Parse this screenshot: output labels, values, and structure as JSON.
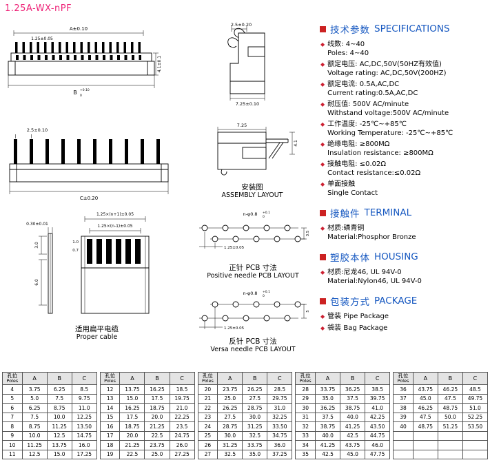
{
  "colors": {
    "title": "#ee2277",
    "heading": "#1557c0",
    "bullet": "#cc2222",
    "diamond": "#cc2233"
  },
  "title": "1.25A-WX-nPF",
  "icons": {
    "square": "■",
    "diamond": "◆"
  },
  "specs": {
    "sections": [
      {
        "heading_zh": "技术参数",
        "heading_en": "SPECIFICATIONS",
        "items": [
          {
            "zh": "线数: 4~40",
            "en": "Poles: 4~40"
          },
          {
            "zh": "额定电压: AC,DC,50V(50HZ有效值)",
            "en": "Voltage rating: AC,DC,50V(200HZ)"
          },
          {
            "zh": "额定电流: 0.5A,AC,DC",
            "en": "Current rating:0.5A,AC,DC"
          },
          {
            "zh": "耐压值: 500V AC/minute",
            "en": "Withstand voltage:500V AC/minute"
          },
          {
            "zh": "工作温度: -25℃~+85℃",
            "en": "Working Temperature: -25℃~+85℃"
          },
          {
            "zh": "绝缘电阻: ≥800MΩ",
            "en": "Insulation resistance: ≥800MΩ"
          },
          {
            "zh": "接触电阻: ≤0.02Ω",
            "en": "Contact resistance:≤0.02Ω"
          },
          {
            "zh": "单面接触",
            "en": "Single Contact"
          }
        ]
      },
      {
        "heading_zh": "接触件",
        "heading_en": "TERMINAL",
        "items": [
          {
            "zh": "材质:磷青铜",
            "en": "Material:Phosphor Bronze"
          }
        ]
      },
      {
        "heading_zh": "塑胶本体",
        "heading_en": "HOUSING",
        "items": [
          {
            "zh": "材质:尼龙46,  UL 94V-0",
            "en": "Material:Nylon46,  UL 94V-0"
          }
        ]
      },
      {
        "heading_zh": "包装方式",
        "heading_en": "PACKAGE",
        "items": [
          {
            "zh": "管装 Pipe Package",
            "en": ""
          },
          {
            "zh": "袋装 Bag Package",
            "en": ""
          }
        ]
      }
    ]
  },
  "drawings": {
    "front_view": {
      "dim_a": "A±0.10",
      "dim_pitch": "1.25±0.05",
      "dim_b": "B",
      "dim_b_tol_top": "+0.10",
      "dim_b_tol_bot": "0",
      "dim_h": "4.1±0.1"
    },
    "side_view": {
      "dim_top": "2.5±0.20",
      "dim_bottom": "7.25±0.10"
    },
    "bottom_view": {
      "dim_pitch": "2.5±0.10",
      "dim_c": "C±0.20"
    },
    "assembly": {
      "dim_w": "7.25",
      "dim_h": "4.1",
      "label_zh": "安装图",
      "label_en": "ASSEMBLY LAYOUT"
    },
    "cable": {
      "dim_t": "0.30±0.01",
      "dim_3": "3.0",
      "dim_6": "6.0",
      "dim_n1": "1.25×(n+1)±0.05",
      "dim_n2": "1.25×(n-1)±0.05",
      "dim_10": "1.0",
      "dim_07": "0.7",
      "label_zh": "适用扁平电缆",
      "label_en": "Proper cable"
    },
    "pcb_positive": {
      "dim_hole": "n-φ0.8",
      "tol_top": "+0.1",
      "tol_bot": "0",
      "dim_pitch": "1.25±0.05",
      "dim_row": "3.5",
      "label_zh": "正针  PCB  寸法",
      "label_en": "Positive needle PCB LAYOUT"
    },
    "pcb_versa": {
      "dim_hole": "n-φ0.8",
      "tol_top": "+0.1",
      "tol_bot": "0",
      "dim_pitch": "1.25±0.05",
      "dim_row": "5",
      "label_zh": "反针  PCB  寸法",
      "label_en": "Versa  needle PCB LAYOUT"
    }
  },
  "tables_meta": {
    "poles_zh": "孔位",
    "poles_en": "Poles",
    "columns": [
      "A",
      "B",
      "C"
    ]
  },
  "tables": [
    {
      "rows": [
        [
          "4",
          "3.75",
          "6.25",
          "8.5"
        ],
        [
          "5",
          "5.0",
          "7.5",
          "9.75"
        ],
        [
          "6",
          "6.25",
          "8.75",
          "11.0"
        ],
        [
          "7",
          "7.5",
          "10.0",
          "12.25"
        ],
        [
          "8",
          "8.75",
          "11.25",
          "13.50"
        ],
        [
          "9",
          "10.0",
          "12.5",
          "14.75"
        ],
        [
          "10",
          "11.25",
          "13.75",
          "16.0"
        ],
        [
          "11",
          "12.5",
          "15.0",
          "17.25"
        ]
      ]
    },
    {
      "rows": [
        [
          "12",
          "13.75",
          "16.25",
          "18.5"
        ],
        [
          "13",
          "15.0",
          "17.5",
          "19.75"
        ],
        [
          "14",
          "16.25",
          "18.75",
          "21.0"
        ],
        [
          "15",
          "17.5",
          "20.0",
          "22.25"
        ],
        [
          "16",
          "18.75",
          "21.25",
          "23.5"
        ],
        [
          "17",
          "20.0",
          "22.5",
          "24.75"
        ],
        [
          "18",
          "21.25",
          "23.75",
          "26.0"
        ],
        [
          "19",
          "22.5",
          "25.0",
          "27.25"
        ]
      ]
    },
    {
      "rows": [
        [
          "20",
          "23.75",
          "26.25",
          "28.5"
        ],
        [
          "21",
          "25.0",
          "27.5",
          "29.75"
        ],
        [
          "22",
          "26.25",
          "28.75",
          "31.0"
        ],
        [
          "23",
          "27.5",
          "30.0",
          "32.25"
        ],
        [
          "24",
          "28.75",
          "31.25",
          "33.50"
        ],
        [
          "25",
          "30.0",
          "32.5",
          "34.75"
        ],
        [
          "26",
          "31.25",
          "33.75",
          "36.0"
        ],
        [
          "27",
          "32.5",
          "35.0",
          "37.25"
        ]
      ]
    },
    {
      "rows": [
        [
          "28",
          "33.75",
          "36.25",
          "38.5"
        ],
        [
          "29",
          "35.0",
          "37.5",
          "39.75"
        ],
        [
          "30",
          "36.25",
          "38.75",
          "41.0"
        ],
        [
          "31",
          "37.5",
          "40.0",
          "42.25"
        ],
        [
          "32",
          "38.75",
          "41.25",
          "43.50"
        ],
        [
          "33",
          "40.0",
          "42.5",
          "44.75"
        ],
        [
          "34",
          "41.25",
          "43.75",
          "46.0"
        ],
        [
          "35",
          "42.5",
          "45.0",
          "47.75"
        ]
      ]
    },
    {
      "rows": [
        [
          "36",
          "43.75",
          "46.25",
          "48.5"
        ],
        [
          "37",
          "45.0",
          "47.5",
          "49.75"
        ],
        [
          "38",
          "46.25",
          "48.75",
          "51.0"
        ],
        [
          "39",
          "47.5",
          "50.0",
          "52.25"
        ],
        [
          "40",
          "48.75",
          "51.25",
          "53.50"
        ],
        [
          "",
          "",
          "",
          ""
        ],
        [
          "",
          "",
          "",
          ""
        ],
        [
          "",
          "",
          "",
          ""
        ]
      ]
    }
  ]
}
